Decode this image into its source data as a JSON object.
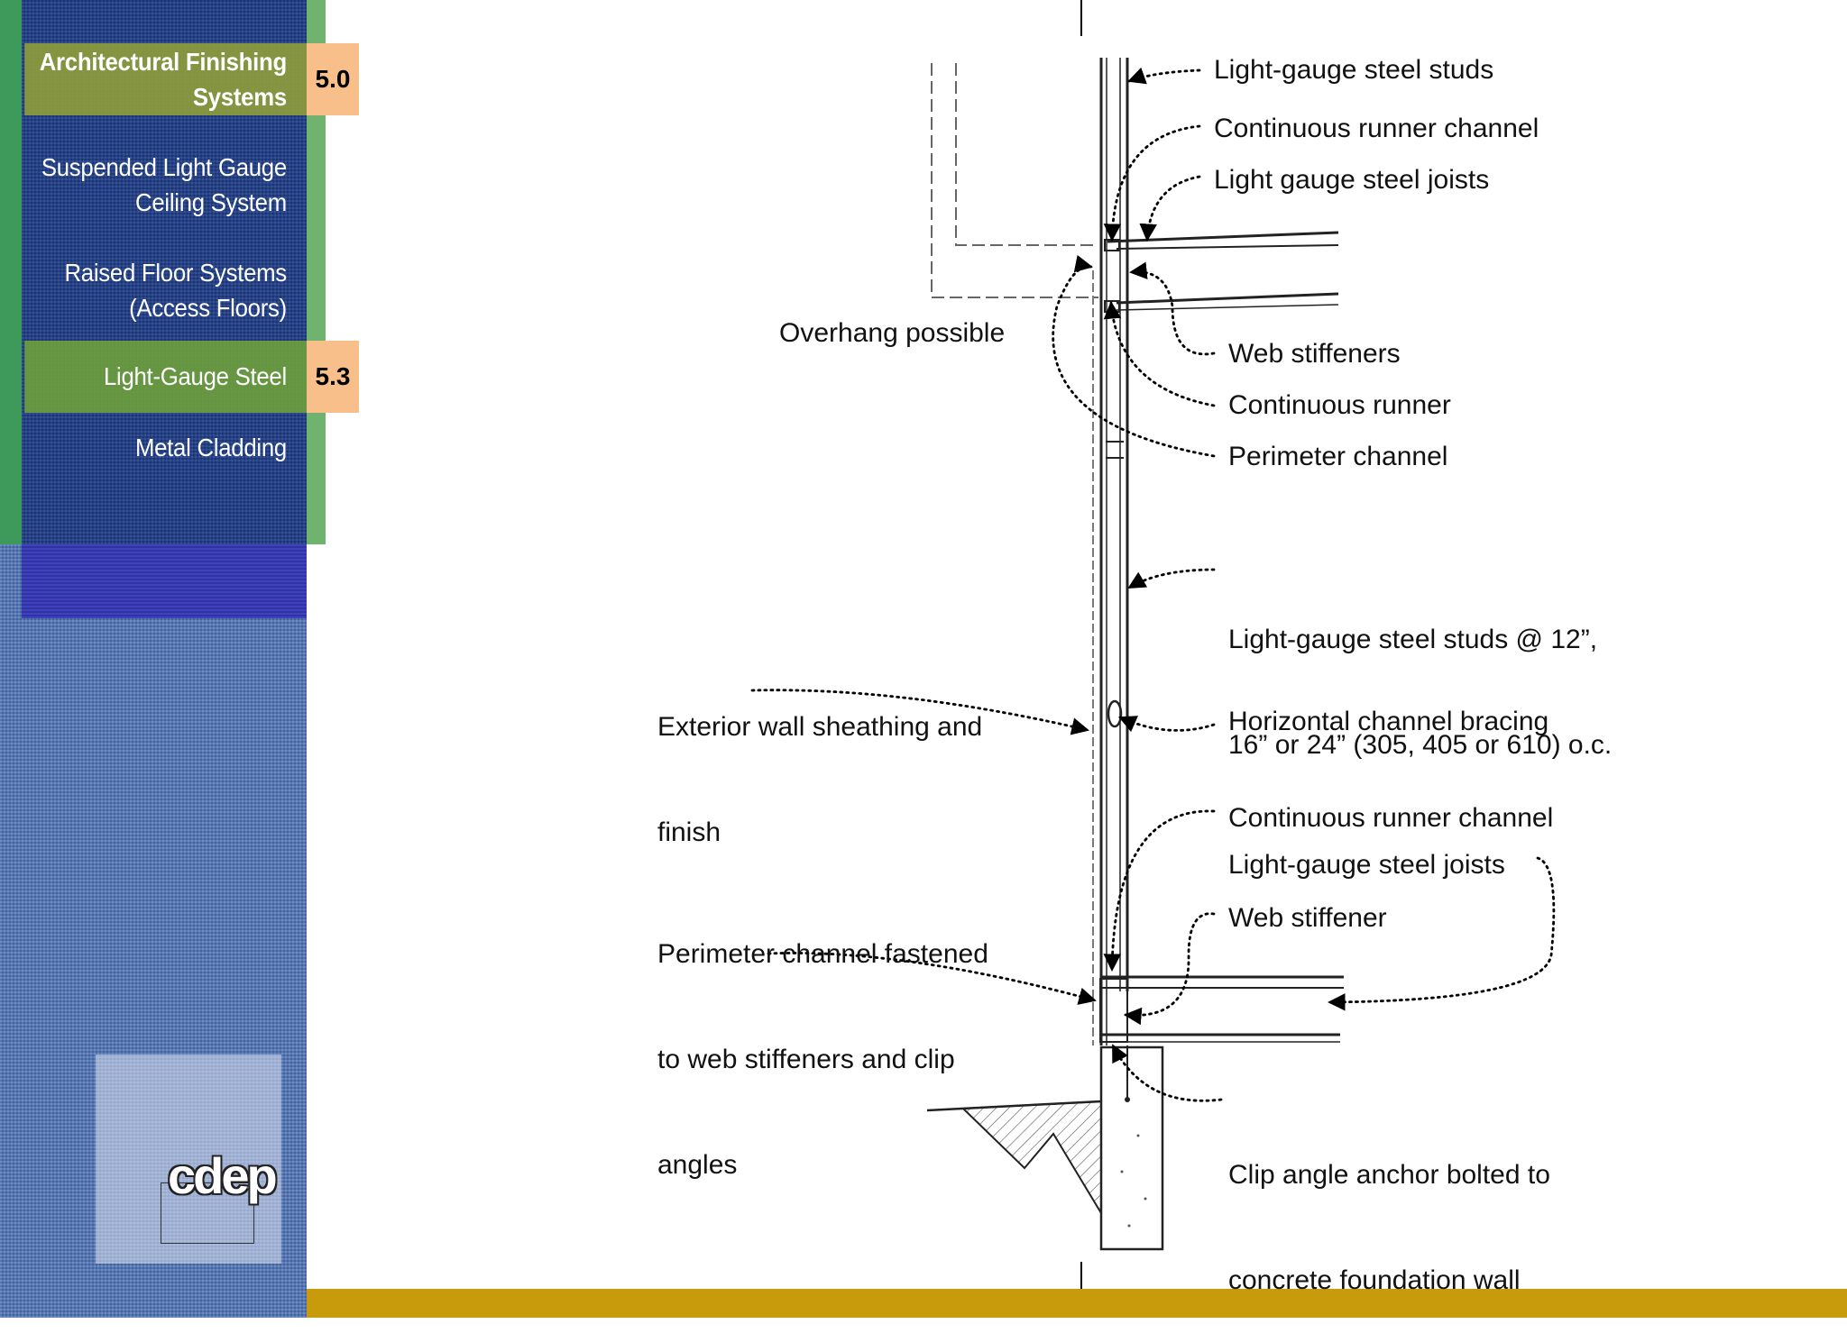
{
  "sidebar": {
    "items": [
      {
        "label_l1": "Architectural Finishing",
        "label_l2": "Systems",
        "number": "5.0",
        "state": "active"
      },
      {
        "label_l1": "Suspended Light Gauge",
        "label_l2": "Ceiling System",
        "number": "",
        "state": "normal"
      },
      {
        "label_l1": "Raised Floor Systems",
        "label_l2": "(Access Floors)",
        "number": "",
        "state": "normal"
      },
      {
        "label_l1": "Light-Gauge Steel",
        "label_l2": "",
        "number": "5.3",
        "state": "highlight"
      },
      {
        "label_l1": "Metal Cladding",
        "label_l2": "",
        "number": "",
        "state": "normal"
      }
    ],
    "logo": "cdep"
  },
  "diagram": {
    "labels": {
      "studs_top": "Light-gauge steel studs",
      "runner_channel_top": "Continuous runner channel",
      "joists_top": "Light gauge steel joists",
      "overhang": "Overhang possible",
      "web_stiffeners": "Web stiffeners",
      "continuous_runner": "Continuous runner",
      "perimeter_channel": "Perimeter channel",
      "studs_spacing_l1": "Light-gauge steel studs @ 12”,",
      "studs_spacing_l2": "16” or 24” (305, 405 or 610) o.c.",
      "sheathing_l1": "Exterior wall sheathing and",
      "sheathing_l2": "finish",
      "bracing": "Horizontal channel bracing",
      "runner_channel_bottom": "Continuous runner channel",
      "joists_bottom": "Light-gauge steel joists",
      "web_stiffener": "Web stiffener",
      "perimeter_fastened_l1": "Perimeter channel fastened",
      "perimeter_fastened_l2": "to web stiffeners and clip",
      "perimeter_fastened_l3": "angles",
      "clip_angle_l1": "Clip angle anchor bolted to",
      "clip_angle_l2": "concrete foundation wall"
    }
  },
  "colors": {
    "sidebar_blue": "#1e3c86",
    "sidebar_texture": "#4f74b8",
    "active_item": "#8c9b3c",
    "highlight_item": "#6ea03c",
    "badge": "#f9bf8a",
    "bottom_bar": "#c89b0c"
  }
}
